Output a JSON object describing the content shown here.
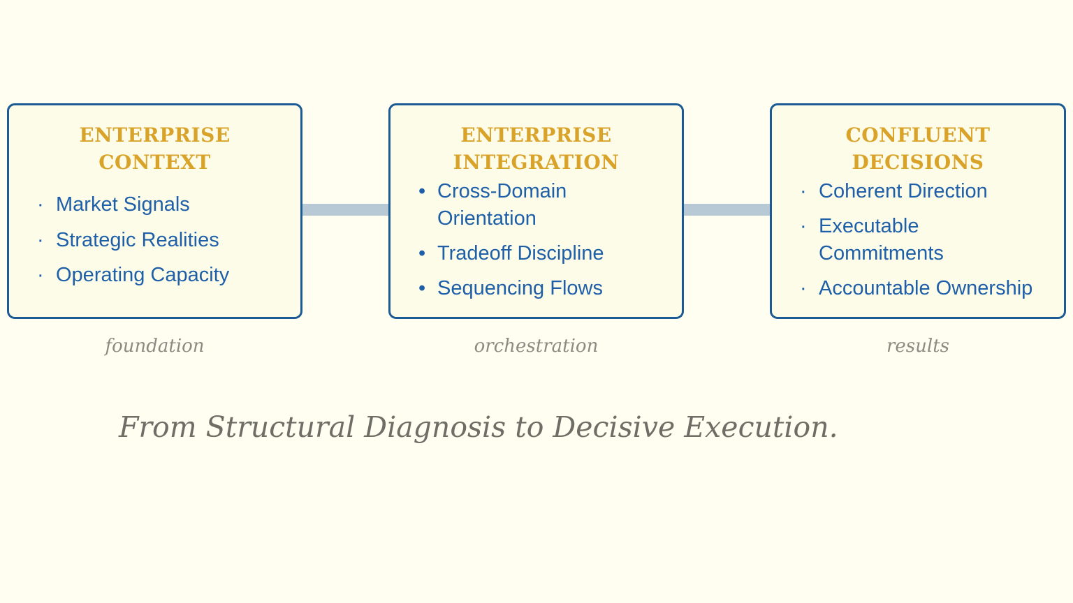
{
  "stages": [
    {
      "title_lines": [
        "ENTERPRISE",
        "CONTEXT"
      ],
      "bullet_glyph": "·",
      "bullets": [
        "Market Signals",
        "Strategic Realities",
        "Operating Capacity"
      ],
      "caption": "foundation"
    },
    {
      "title_lines": [
        "ENTERPRISE",
        "INTEGRATION"
      ],
      "bullet_glyph": "•",
      "bullets": [
        "Cross-Domain Orientation",
        "Tradeoff Discipline",
        "Sequencing Flows"
      ],
      "caption": "orchestration"
    },
    {
      "title_lines": [
        "CONFLUENT",
        "DECISIONS"
      ],
      "bullet_glyph": "·",
      "bullets": [
        "Coherent Direction",
        "Executable Commitments",
        "Accountable Ownership"
      ],
      "caption": "results"
    }
  ],
  "tagline": "From Structural Diagnosis to Decisive Execution.",
  "colors": {
    "page_bg": "#FFFEF0",
    "box_fill": "#FCFCE9",
    "box_border": "#1C5A96",
    "title_gold": "#D9A228",
    "bullet_blue": "#1E5FA8",
    "connector": "#B7C9D4",
    "caption_gray": "#8B8B84",
    "tagline_gray": "#6E6E67"
  }
}
